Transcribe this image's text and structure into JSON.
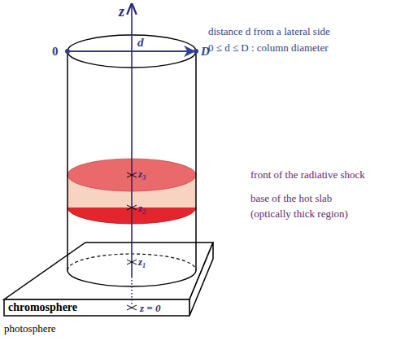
{
  "diagram": {
    "nodes": [
      {
        "text": [
          "chromosphere",
          "z = 0"
        ]
      }
    ],
    "labels": [
      "z",
      "0",
      "d",
      "D",
      "distance d from a lateral side",
      "0 ≤ d ≤ D : column diameter",
      "z₃",
      "front of the radiative shock",
      "z₂",
      "base of the hot slab",
      "(optically thick region)",
      "z₁",
      "photosphere"
    ]
  }
}
